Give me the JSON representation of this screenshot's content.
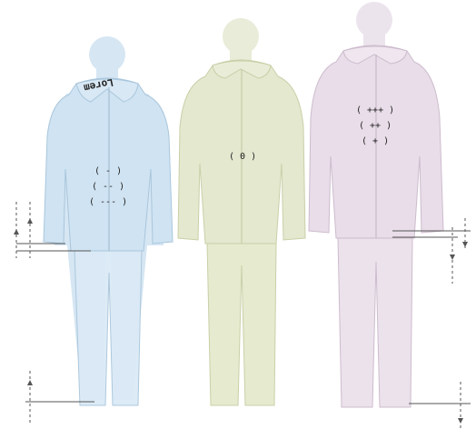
{
  "logo_text": "Lorem",
  "figures": [
    {
      "id": "undersized",
      "fill": "#cfe3f2",
      "stroke": "#a9c6dc",
      "labels": [
        "( - )",
        "( -- )",
        "( --- )"
      ]
    },
    {
      "id": "standard",
      "fill": "#e3e8cf",
      "stroke": "#c9d0a8",
      "labels": [
        "( 0 )"
      ]
    },
    {
      "id": "oversized",
      "fill": "#e8dde9",
      "stroke": "#cdbccd",
      "labels": [
        "( +++ )",
        "( ++ )",
        "( + )"
      ]
    }
  ],
  "colors": {
    "guide": "#555555",
    "arrow": "#555555"
  }
}
